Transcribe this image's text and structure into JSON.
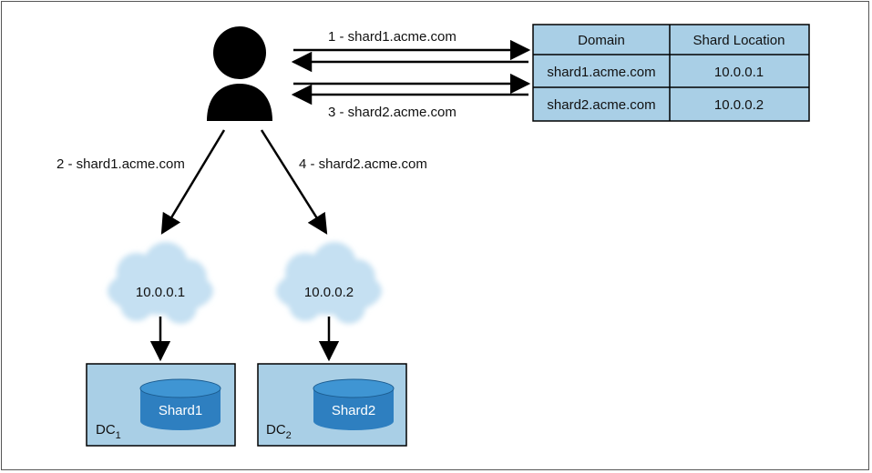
{
  "arrows": {
    "step1": "1 - shard1.acme.com",
    "step2": "2 - shard1.acme.com",
    "step3": "3 - shard2.acme.com",
    "step4": "4 - shard2.acme.com"
  },
  "lookup_table": {
    "headers": [
      "Domain",
      "Shard Location"
    ],
    "rows": [
      [
        "shard1.acme.com",
        "10.0.0.1"
      ],
      [
        "shard2.acme.com",
        "10.0.0.2"
      ]
    ]
  },
  "clouds": {
    "left": "10.0.0.1",
    "right": "10.0.0.2"
  },
  "datacenters": {
    "dc1": {
      "name": "DC",
      "subscript": "1",
      "shard": "Shard1"
    },
    "dc2": {
      "name": "DC",
      "subscript": "2",
      "shard": "Shard2"
    }
  },
  "colors": {
    "table_fill": "#a9cfe6",
    "cloud_fill": "#c5e0f2",
    "dc_fill": "#a9cfe6",
    "cylinder_fill": "#2e7fc0",
    "cylinder_top": "#3f95d3",
    "icon": "#000000"
  }
}
